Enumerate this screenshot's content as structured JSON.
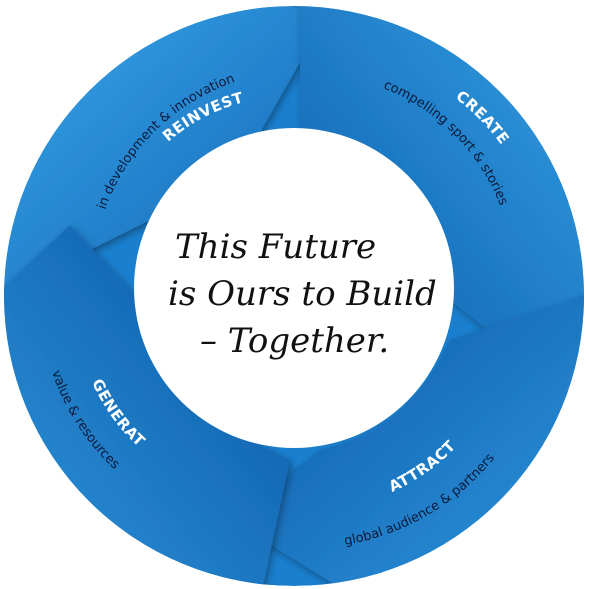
{
  "colors": {
    "ring_light": "#2f9de0",
    "ring_dark": "#0d5fb0",
    "ring_mid": "#1a7fcf",
    "center_fill": "#ffffff",
    "title_text": "#ffffff",
    "sub_text": "#0b1a3a",
    "center_text": "#111111"
  },
  "segments": [
    {
      "title": "REINVEST",
      "subtitle": "in development & innovation"
    },
    {
      "title": "CREATE",
      "subtitle": "compelling sport & stories"
    },
    {
      "title": "ATTRACT",
      "subtitle": "global audience & partners"
    },
    {
      "title": "GENERATE",
      "subtitle": "value & resources"
    }
  ],
  "center": {
    "line1": "This Future",
    "line2": "is Ours to Build",
    "line3": "– Together."
  }
}
